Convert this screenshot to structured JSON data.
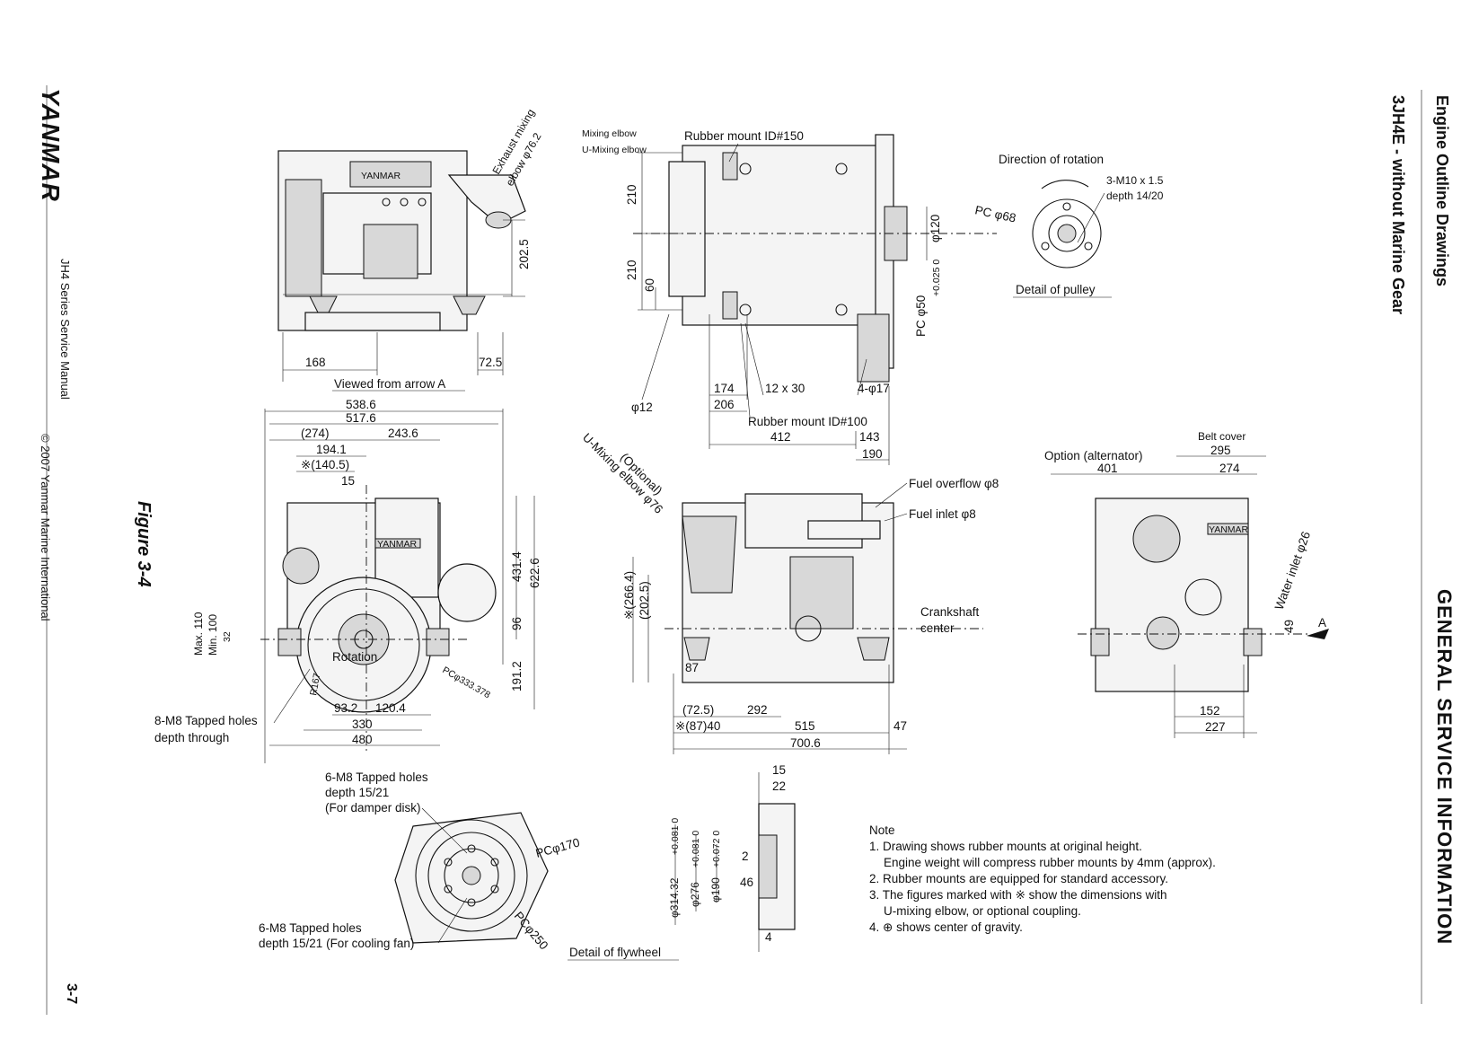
{
  "page": {
    "brand": "YANMAR",
    "manual": "JH4 Series Service Manual",
    "copyright": "© 2007 Yanmar Marine International",
    "page_number": "3-7",
    "figure": "Figure 3-4",
    "section_title": "Engine Outline Drawings",
    "model_title": "3JH4E - without Marine Gear",
    "chapter": "GENERAL SERVICE INFORMATION"
  },
  "colors": {
    "ink": "#111111",
    "paper": "#ffffff"
  },
  "top_left_view": {
    "caption": "Viewed from arrow A",
    "engine_badge": "YANMAR",
    "exhaust_label": "Exhaust mixing",
    "exhaust_label2": "elbow φ76.2",
    "dim_202_5": "202.5",
    "dim_168": "168",
    "dim_72_5": "72.5"
  },
  "top_middle_view": {
    "mixing_elbow": "Mixing elbow",
    "u_mixing_elbow": "U-Mixing elbow",
    "rubber_mount_150": "Rubber mount ID#150",
    "rubber_mount_100": "Rubber mount ID#100",
    "dim_210_a": "210",
    "dim_210_b": "210",
    "dim_60": "60",
    "dim_phi12": "φ12",
    "dim_174": "174",
    "dim_206": "206",
    "dim_12x30": "12 x 30",
    "dim_4phi17": "4-φ17",
    "dim_412": "412",
    "dim_143": "143",
    "dim_190": "190",
    "dim_phi120": "φ120",
    "dim_pc50": "PC φ50",
    "dim_pc50_tol": "+0.025 0"
  },
  "pulley_detail": {
    "direction": "Direction of rotation",
    "bolts": "3-M10 x 1.5",
    "depth": "depth 14/20",
    "pc68": "PC φ68",
    "caption": "Detail of pulley"
  },
  "front_view": {
    "dim_538_6": "538.6",
    "dim_517_6": "517.6",
    "dim_274p": "(274)",
    "dim_243_6": "243.6",
    "dim_194_1": "194.1",
    "dim_140_5": "※(140.5)",
    "dim_15": "15",
    "badge": "YANMAR",
    "max_110": "Max. 110",
    "min_100": "Min. 100",
    "dim_32": "32",
    "rotation": "Rotation",
    "r167": "R167",
    "pc333": "PCφ333.378",
    "dim_431_4": "431.4",
    "dim_622_6": "622.6",
    "dim_96": "96",
    "dim_191_2": "191.2",
    "dim_93_2": "93.2",
    "dim_120_4": "120.4",
    "dim_330": "330",
    "dim_480": "480",
    "tapped": "8-M8 Tapped holes",
    "tapped2": "depth through"
  },
  "side_view": {
    "u_mixing": "U-Mixing elbow φ76",
    "optional": "(Optional)",
    "fuel_overflow": "Fuel overflow φ8",
    "fuel_inlet": "Fuel inlet φ8",
    "crankshaft": "Crankshaft",
    "center": "center",
    "dim_266_4": "※(266.4)",
    "dim_202_5": "(202.5)",
    "dim_87": "87",
    "dim_72_5": "(72.5)",
    "dim_87_40": "※(87)40",
    "dim_292": "292",
    "dim_515": "515",
    "dim_47": "47",
    "dim_700_6": "700.6"
  },
  "rear_view": {
    "belt_cover": "Belt cover",
    "dim_295": "295",
    "option": "Option (alternator)",
    "dim_401": "401",
    "dim_274": "274",
    "water_inlet": "Water inlet φ26",
    "dim_49": "49",
    "arrow_a": "A",
    "dim_152": "152",
    "dim_227": "227",
    "badge": "YANMAR"
  },
  "flywheel_detail": {
    "tapped_damper": "6-M8 Tapped holes",
    "tapped_damper2": "depth 15/21",
    "tapped_damper3": "(For damper disk)",
    "pc170": "PCφ170",
    "pc250": "PCφ250",
    "tapped_fan": "6-M8 Tapped holes",
    "tapped_fan2": "depth 15/21 (For cooling fan)",
    "caption": "Detail of flywheel",
    "dim_15": "15",
    "dim_22": "22",
    "dim_2": "2",
    "dim_46": "46",
    "dim_4": "4",
    "dim_314": "φ314.32",
    "dim_314_tol": "+0.081 0",
    "dim_276": "φ276",
    "dim_276_tol": "+0.081 0",
    "dim_190": "φ190",
    "dim_190_tol": "+0.072 0"
  },
  "notes": {
    "title": "Note",
    "n1": "1. Drawing shows rubber mounts at original height.",
    "n1b": "Engine weight will compress rubber mounts by 4mm (approx).",
    "n2": "2. Rubber mounts are equipped for standard accessory.",
    "n3": "3. The figures marked with ※  show the dimensions with",
    "n3b": "U-mixing elbow, or optional coupling.",
    "n4": "4. ⊕  shows center of gravity."
  }
}
